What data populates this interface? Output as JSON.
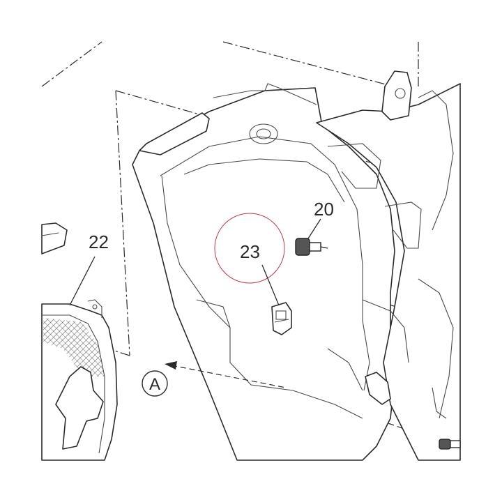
{
  "callouts": {
    "part_20": "20",
    "part_22": "22",
    "part_23": "23",
    "view_a": "A"
  },
  "colors": {
    "line": "#2b2b2b",
    "highlight_circle": "#c23a4a",
    "hatch": "#444444"
  },
  "icons": {
    "view_marker": "circle-letter-icon"
  }
}
